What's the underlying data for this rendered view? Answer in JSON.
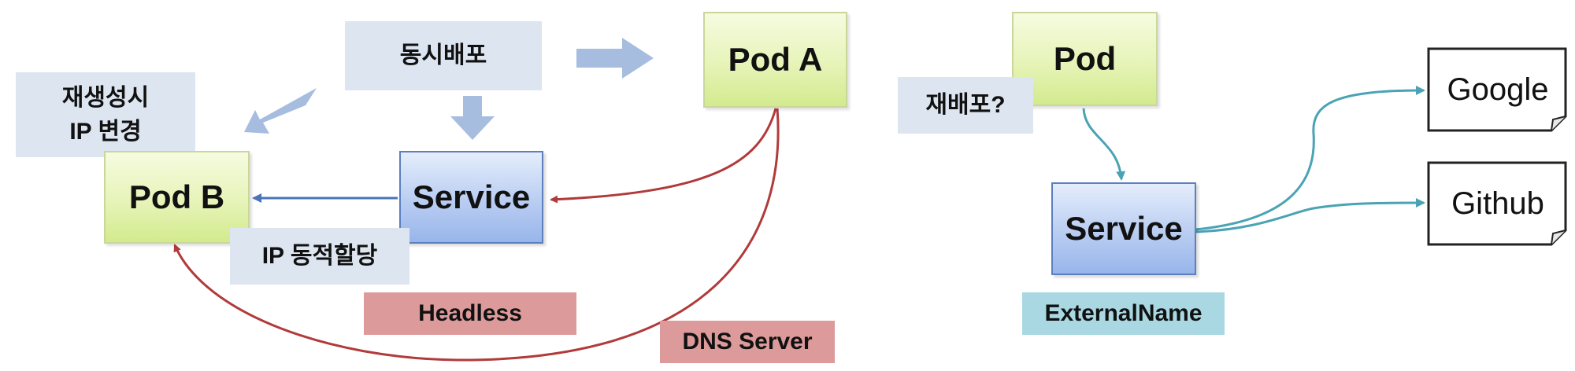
{
  "left": {
    "concurrent_deploy": "동시배포",
    "regen_note": [
      "재생성시",
      "IP 변경"
    ],
    "pod_a": "Pod A",
    "pod_b": "Pod B",
    "service": "Service",
    "ip_dynamic": "IP 동적할당",
    "headless": "Headless",
    "dns_server": "DNS Server"
  },
  "right": {
    "pod": "Pod",
    "redeploy": "재배포?",
    "service": "Service",
    "external_name": "ExternalName",
    "google": "Google",
    "github": "Github"
  },
  "colors": {
    "pod_fill": "#e6f4b8",
    "service_fill": "#b9cdf2",
    "note_fill": "#dde5f1",
    "headless_fill": "#dc9a9a",
    "externalname_fill": "#a9d8e3",
    "red_arrow": "#b13a3a",
    "blue_arrow": "#4a74b8",
    "teal_arrow": "#4aa3b5",
    "big_arrow": "#a7bddf"
  }
}
